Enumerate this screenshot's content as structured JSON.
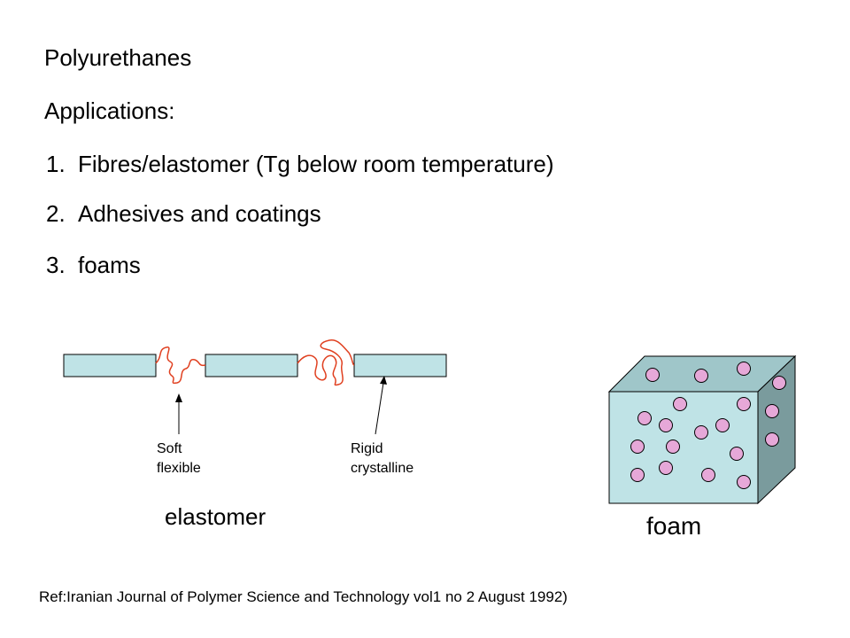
{
  "slide": {
    "title": "Polyurethanes",
    "subtitle": "Applications:",
    "items": [
      {
        "num": "1.",
        "text": "Fibres/elastomer (Tg below room temperature)"
      },
      {
        "num": "2.",
        "text": "Adhesives and coatings"
      },
      {
        "num": "3.",
        "text": "foams"
      }
    ]
  },
  "diagram": {
    "soft_line1": "Soft",
    "soft_line2": "flexible",
    "rigid_line1": "Rigid",
    "rigid_line2": "crystalline",
    "elastomer_label": "elastomer",
    "foam_label": "foam",
    "colors": {
      "block_fill": "#bfe3e6",
      "cube_front": "#bfe3e6",
      "cube_top": "#9fc6c9",
      "cube_side": "#7a9b9d",
      "bubble_fill": "#e6a8d8",
      "chain_color": "#e04020"
    }
  },
  "reference": "Ref:Iranian Journal of Polymer Science and Technology vol1 no 2 August 1992)"
}
